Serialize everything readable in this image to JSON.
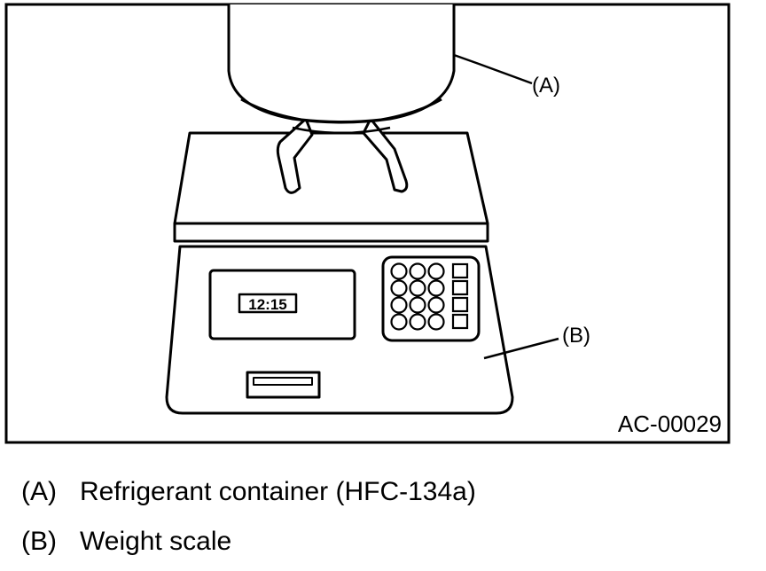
{
  "diagram": {
    "callouts": {
      "a": "(A)",
      "b": "(B)"
    },
    "display_reading": "12:15",
    "figure_code": "AC-00029"
  },
  "legend": [
    {
      "key": "(A)",
      "text": "Refrigerant container (HFC-134a)"
    },
    {
      "key": "(B)",
      "text": "Weight scale"
    }
  ],
  "colors": {
    "line": "#000000",
    "background": "#ffffff"
  }
}
